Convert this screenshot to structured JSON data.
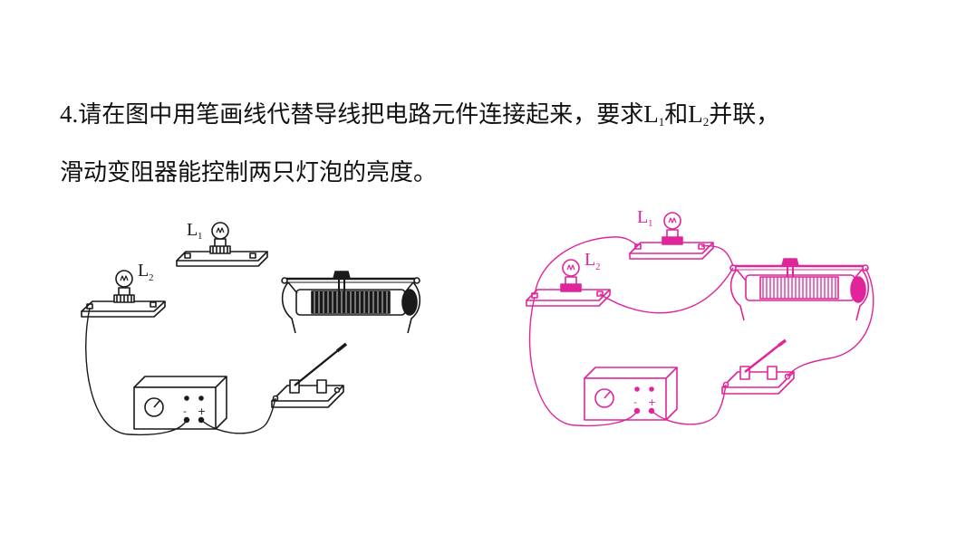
{
  "question": {
    "number": "4.",
    "part1": "请在图中用笔画线代替导线把电路元件连接起来，要求",
    "L": "L",
    "sub1": "1",
    "and": "和",
    "sub2": "2",
    "part2": "并联，",
    "line2": "滑动变阻器能控制两只灯泡的亮度。"
  },
  "figure": {
    "bulb1_letter": "L",
    "bulb1_sub": "1",
    "bulb2_letter": "L",
    "bulb2_sub": "2",
    "battery_minus": "-",
    "battery_plus": "+"
  },
  "colors": {
    "text": "#111111",
    "circuit_left": "#1a1a1a",
    "circuit_right": "#e0259a"
  }
}
